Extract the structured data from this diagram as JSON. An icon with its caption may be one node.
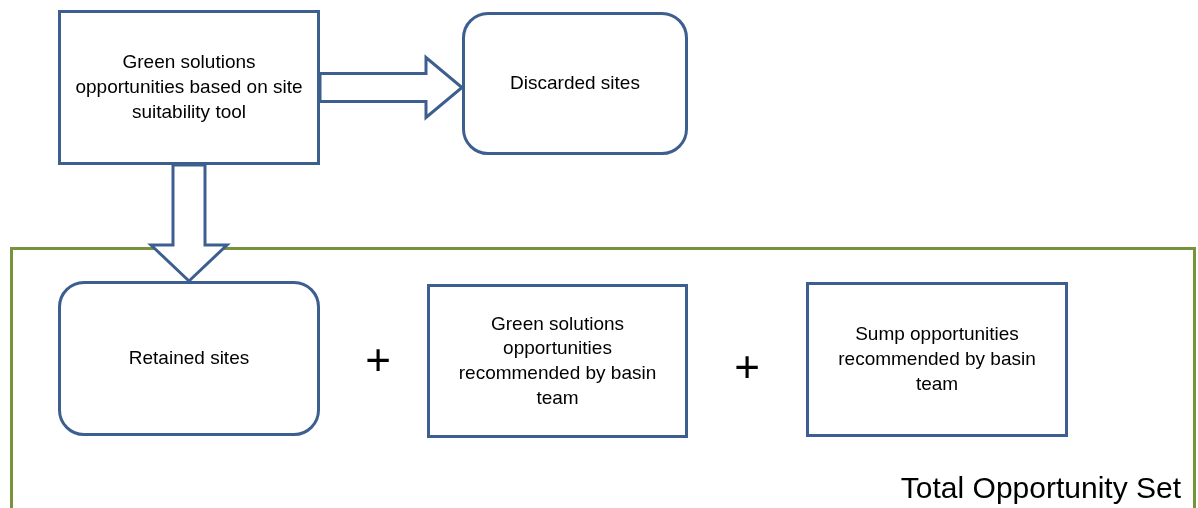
{
  "diagram": {
    "nodes": [
      {
        "text": [
          "Green solutions opportunities based on site suitability tool"
        ]
      },
      {
        "text": [
          "Discarded sites"
        ]
      },
      {
        "text": [
          "Total Opportunity Set"
        ]
      },
      {
        "text": [
          "Retained sites"
        ],
        "in": 2
      },
      {
        "text": [
          "Green solutions opportunities recommended by basin team"
        ],
        "in": 2
      },
      {
        "text": [
          "Sump opportunities recommended by basin team"
        ],
        "in": 2
      }
    ],
    "edges": [
      {
        "from": 0,
        "to": 1,
        "arrow": "to",
        "style": "thick"
      },
      {
        "from": 0,
        "to": 3,
        "arrow": "to",
        "style": "thick"
      }
    ],
    "labels": [
      "+",
      "+"
    ]
  }
}
